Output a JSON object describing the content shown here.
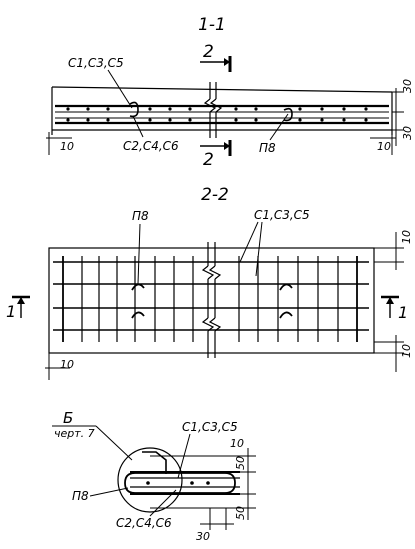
{
  "section_titles": {
    "section_1": "1-1",
    "section_2": "2-2"
  },
  "cut_marks": {
    "top": "2",
    "bottom": "2",
    "left": "1",
    "right": "1"
  },
  "section_1": {
    "callout_top": "С1,С3,С5",
    "callout_bottom": "С2,С4,С6",
    "callout_loop": "П8",
    "dim_left": "10",
    "dim_right": "10",
    "dim_top": "30",
    "dim_bottom": "30"
  },
  "section_2": {
    "callout_loop": "П8",
    "callout_mesh": "С1,С3,С5",
    "dim_top": "10",
    "dim_bottom": "10",
    "dim_left": "10"
  },
  "detail": {
    "title": "Б",
    "subtitle": "черт. 7",
    "callout_mesh_top": "С1,С3,С5",
    "callout_loop": "П8",
    "callout_mesh_bottom": "С2,С4,С6",
    "dim_10": "10",
    "dim_50_top": "50",
    "dim_50_bottom": "50",
    "dim_30": "30"
  }
}
